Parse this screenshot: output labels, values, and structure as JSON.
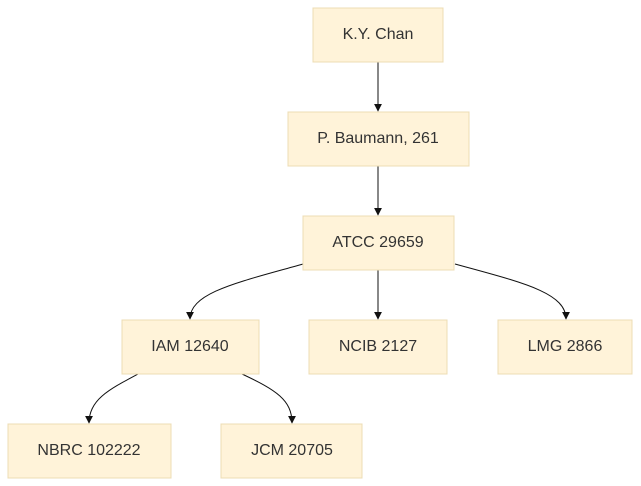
{
  "diagram": {
    "type": "tree",
    "nodes": [
      {
        "id": "n1",
        "label": "K.Y. Chan"
      },
      {
        "id": "n2",
        "label": "P. Baumann, 261"
      },
      {
        "id": "n3",
        "label": "ATCC 29659"
      },
      {
        "id": "n4",
        "label": "IAM 12640"
      },
      {
        "id": "n5",
        "label": "NCIB 2127"
      },
      {
        "id": "n6",
        "label": "LMG 2866"
      },
      {
        "id": "n7",
        "label": "NBRC 102222"
      },
      {
        "id": "n8",
        "label": "JCM 20705"
      }
    ],
    "edges": [
      {
        "from": "n1",
        "to": "n2"
      },
      {
        "from": "n2",
        "to": "n3"
      },
      {
        "from": "n3",
        "to": "n4"
      },
      {
        "from": "n3",
        "to": "n5"
      },
      {
        "from": "n3",
        "to": "n6"
      },
      {
        "from": "n4",
        "to": "n7"
      },
      {
        "from": "n4",
        "to": "n8"
      }
    ],
    "colors": {
      "node_fill": "#fff3d9",
      "node_border": "#ecdcb4",
      "text": "#333333",
      "edge": "#111111"
    }
  }
}
